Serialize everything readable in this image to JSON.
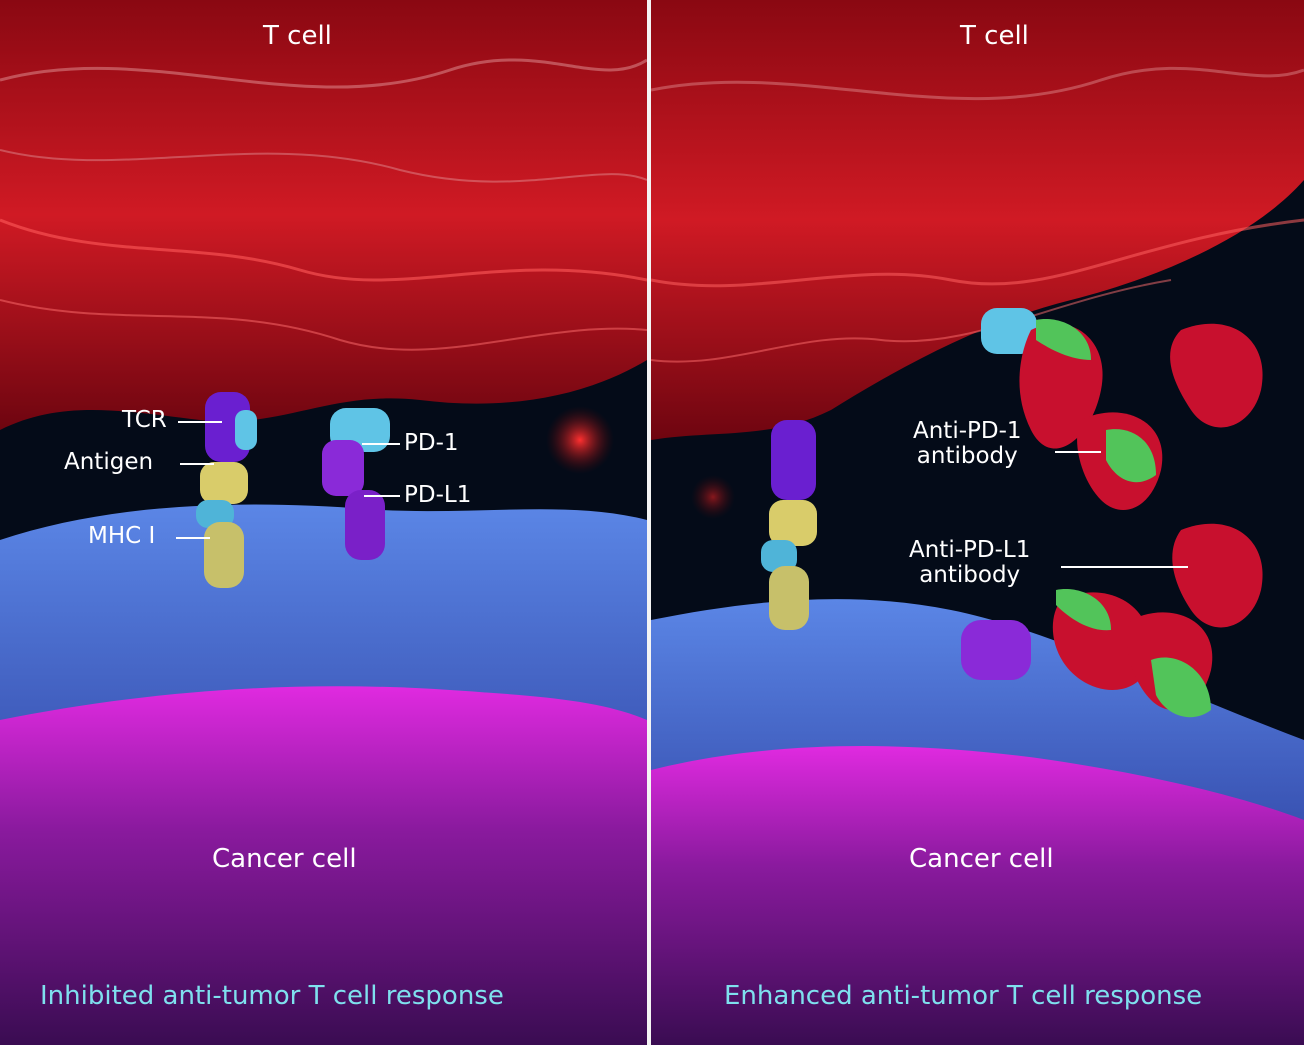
{
  "left_panel": {
    "t_cell_label": "T cell",
    "cancer_cell_label": "Cancer cell",
    "caption": "Inhibited anti-tumor T cell response",
    "molecules": {
      "tcr": "TCR",
      "antigen": "Antigen",
      "mhc": "MHC I",
      "pd1": "PD-1",
      "pdl1": "PD-L1"
    }
  },
  "right_panel": {
    "t_cell_label": "T cell",
    "cancer_cell_label": "Cancer cell",
    "caption": "Enhanced anti-tumor T cell response",
    "anti_pd1": {
      "line1": "Anti-PD-1",
      "line2": "antibody"
    },
    "anti_pdl1": {
      "line1": "Anti-PD-L1",
      "line2": "antibody"
    }
  },
  "colors": {
    "t_cell": "#c0121e",
    "cancer_outer": "#4a73d6",
    "cancer_inner": "#c21ec8",
    "background": "#040b18",
    "caption": "#7fe0ee",
    "tcr": "#6a1fd0",
    "pd1": "#5fc4e6",
    "pdl1": "#8a2ad8",
    "mhc": "#d9cc6a",
    "antibody_heavy": "#c8102e",
    "antibody_light": "#52c45a"
  },
  "icons": [
    "t-cell-membrane",
    "cancer-cell-membrane",
    "antibody-shape"
  ]
}
